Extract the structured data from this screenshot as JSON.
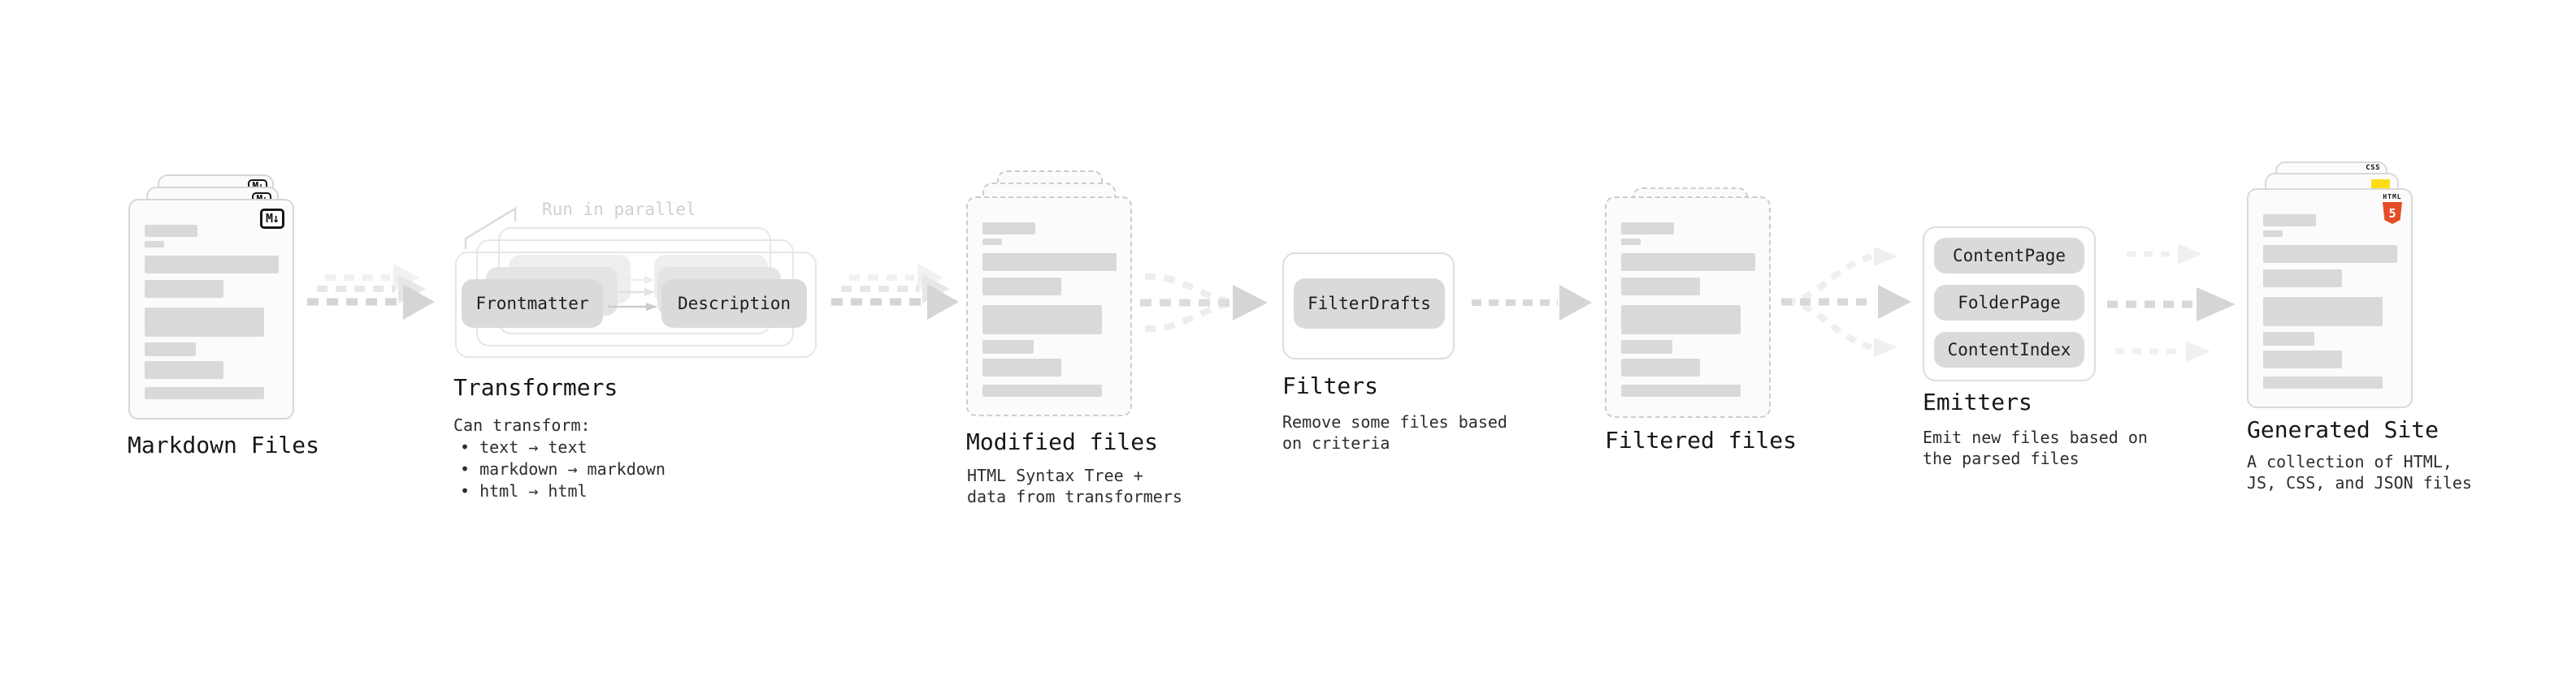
{
  "stages": {
    "markdown_files": {
      "title": "Markdown Files"
    },
    "transformers": {
      "title": "Transformers",
      "annotation": "Run in parallel",
      "pill_left": "Frontmatter",
      "pill_right": "Description",
      "desc_heading": "Can transform:",
      "bullets": [
        "• text → text",
        "• markdown → markdown",
        "• html → html"
      ]
    },
    "modified_files": {
      "title": "Modified files",
      "subtitle": "HTML Syntax Tree +\ndata from transformers"
    },
    "filters": {
      "title": "Filters",
      "pill": "FilterDrafts",
      "subtitle": "Remove some files based\non criteria"
    },
    "filtered_files": {
      "title": "Filtered files"
    },
    "emitters": {
      "title": "Emitters",
      "pills": [
        "ContentPage",
        "FolderPage",
        "ContentIndex"
      ],
      "subtitle": "Emit new files based on\nthe parsed files"
    },
    "generated_site": {
      "title": "Generated Site",
      "subtitle": "A collection of HTML,\nJS, CSS, and JSON files"
    }
  },
  "badges": {
    "markdown": "M↓",
    "html5_label": "HTML",
    "html5_numeral": "5",
    "css_label": "CSS"
  },
  "colors": {
    "card_bg": "#fbfbfb",
    "card_border": "#d7d7d7",
    "dashed_border": "#cccccc",
    "placeholder_bar": "#d9d9d9",
    "pill_bg": "#dadada",
    "arrow_main": "#d5d5d5",
    "arrow_light": "#efefef",
    "annotation_text": "#d0d0d0",
    "heading_text": "#161616",
    "body_text": "#2e2e2e",
    "html5_orange": "#e44d26",
    "js_yellow": "#ffdc17",
    "css_blue": "#3b6ef0"
  }
}
